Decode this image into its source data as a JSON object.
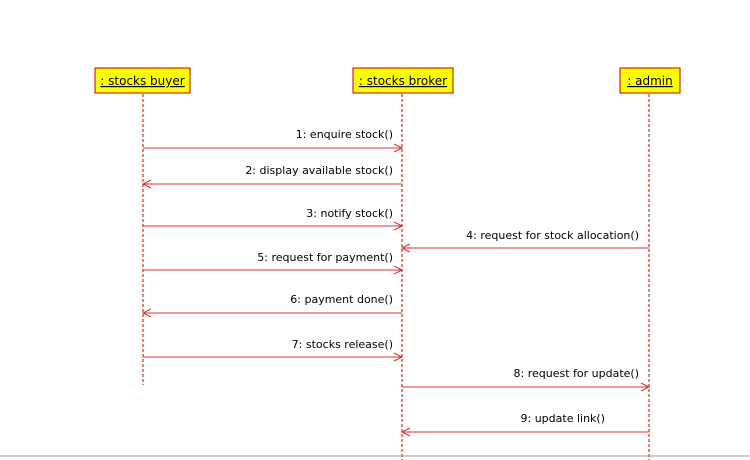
{
  "participants": [
    {
      "id": "buyer",
      "label": ": stocks buyer"
    },
    {
      "id": "broker",
      "label": ": stocks broker"
    },
    {
      "id": "admin",
      "label": ": admin"
    }
  ],
  "messages": [
    {
      "from": "buyer",
      "to": "broker",
      "label": "1: enquire stock()"
    },
    {
      "from": "broker",
      "to": "buyer",
      "label": "2: display available stock()"
    },
    {
      "from": "buyer",
      "to": "broker",
      "label": "3: notify stock()"
    },
    {
      "from": "admin",
      "to": "broker",
      "label": "4: request for stock allocation()"
    },
    {
      "from": "buyer",
      "to": "broker",
      "label": "5: request for payment()"
    },
    {
      "from": "broker",
      "to": "buyer",
      "label": "6: payment done()"
    },
    {
      "from": "buyer",
      "to": "broker",
      "label": "7: stocks release()"
    },
    {
      "from": "broker",
      "to": "admin",
      "label": "8: request for update()"
    },
    {
      "from": "admin",
      "to": "broker",
      "label": "9: update link()"
    }
  ],
  "colors": {
    "box_fill": "#ffff00",
    "box_border": "#c00000",
    "message": "#e03030"
  }
}
